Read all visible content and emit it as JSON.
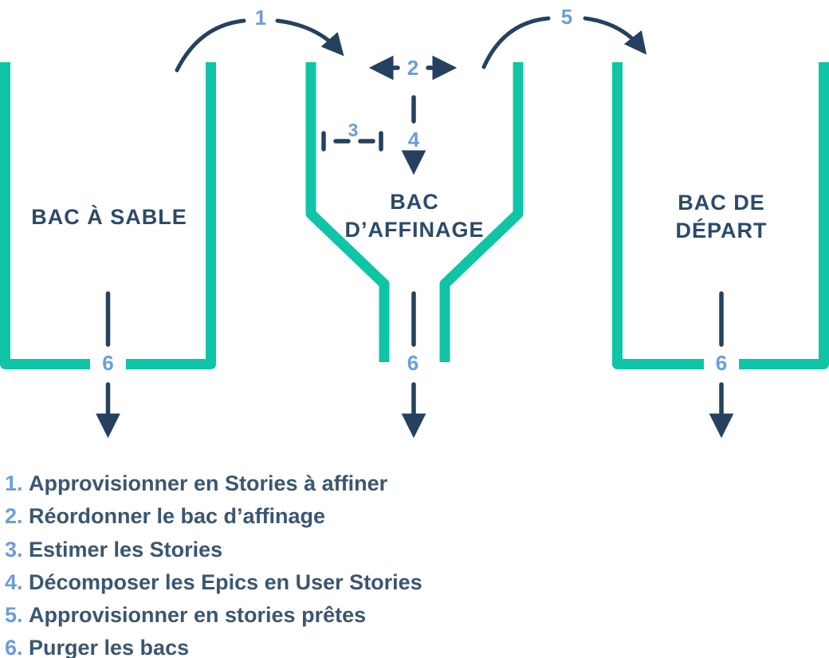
{
  "colors": {
    "teal": "#0fc5a5",
    "navy_stroke": "#25415f",
    "bin_label_navy": "#2b4a6b",
    "legend_text_navy": "#3b5670",
    "number_blue": "#6c9ed6",
    "background": "#ffffff"
  },
  "bins": {
    "sandbox": {
      "label": "BAC À SABLE"
    },
    "refinement": {
      "label_line1": "BAC",
      "label_line2": "D’AFFINAGE"
    },
    "departure": {
      "label_line1": "BAC DE",
      "label_line2": "DÉPART"
    }
  },
  "steps": {
    "s1": "1",
    "s2": "2",
    "s3": "3",
    "s4": "4",
    "s5": "5",
    "s6": "6"
  },
  "legend": {
    "items": [
      {
        "num": "1.",
        "text": "Approvisionner en Stories à affiner"
      },
      {
        "num": "2.",
        "text": "Réordonner le bac d’affinage"
      },
      {
        "num": "3.",
        "text": "Estimer les Stories"
      },
      {
        "num": "4.",
        "text": "Décomposer les Epics en User Stories"
      },
      {
        "num": "5.",
        "text": "Approvisionner en stories prêtes"
      },
      {
        "num": "6.",
        "text": "Purger les bacs"
      }
    ]
  }
}
